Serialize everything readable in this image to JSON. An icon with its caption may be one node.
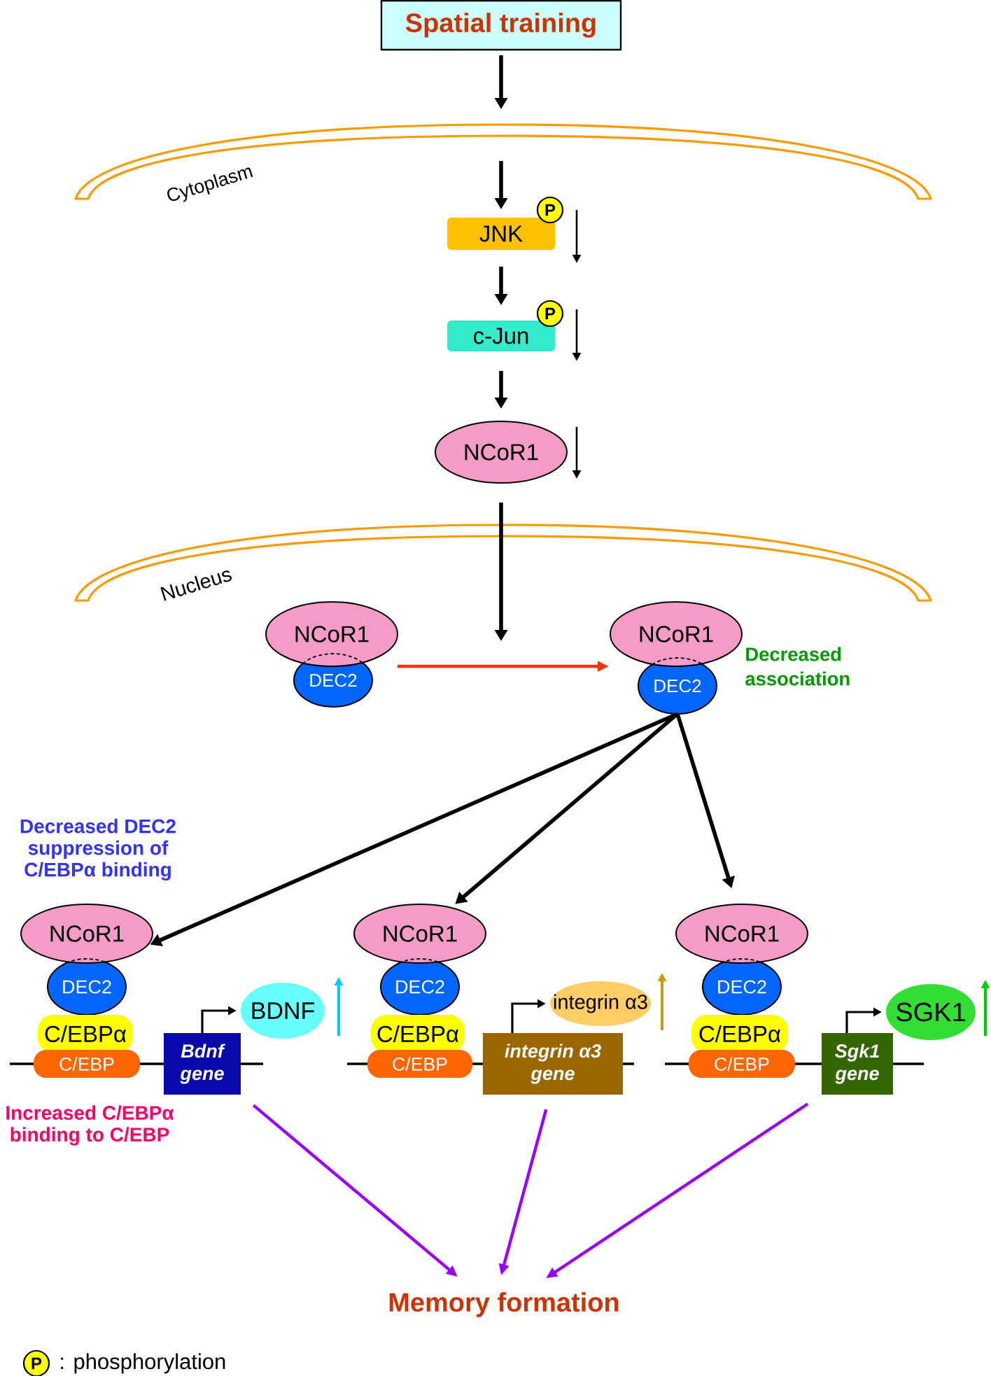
{
  "diagram": {
    "nodes": [
      {
        "text": [
          "Spatial training"
        ]
      },
      {
        "text": [],
        "shape": "arc",
        "beside": [
          "Cytoplasm"
        ]
      },
      {
        "text": [
          "JNK"
        ]
      },
      {
        "text": [
          "P"
        ]
      },
      {
        "text": [
          "c-Jun"
        ]
      },
      {
        "text": [
          "P"
        ]
      },
      {
        "text": [
          "NCoR1"
        ]
      },
      {
        "text": [],
        "shape": "arc",
        "beside": [
          "Nucleus"
        ]
      },
      {
        "text": [
          "NCoR1"
        ]
      },
      {
        "text": [
          "DEC2"
        ]
      },
      {
        "text": [
          "NCoR1"
        ]
      },
      {
        "text": [
          "DEC2"
        ]
      },
      {
        "text": [
          "NCoR1"
        ]
      },
      {
        "text": [
          "DEC2"
        ]
      },
      {
        "text": [
          "C/EBPα"
        ]
      },
      {
        "text": [
          "C/EBP"
        ]
      },
      {
        "text": [
          "Bdnf gene"
        ]
      },
      {
        "text": [
          "BDNF"
        ]
      },
      {
        "text": [
          "NCoR1"
        ]
      },
      {
        "text": [
          "DEC2"
        ]
      },
      {
        "text": [
          "C/EBPα"
        ]
      },
      {
        "text": [
          "C/EBP"
        ]
      },
      {
        "text": [
          "integrin α3 gene"
        ]
      },
      {
        "text": [
          "integrin α3"
        ]
      },
      {
        "text": [
          "NCoR1"
        ]
      },
      {
        "text": [
          "DEC2"
        ]
      },
      {
        "text": [
          "C/EBPα"
        ]
      },
      {
        "text": [
          "C/EBP"
        ]
      },
      {
        "text": [
          "Sgk1 gene"
        ]
      },
      {
        "text": [
          "SGK1"
        ]
      },
      {
        "text": [
          "Memory formation"
        ]
      },
      {
        "text": [
          "P"
        ],
        "beside": [
          ": phosphorylation"
        ]
      }
    ],
    "edges": [
      {
        "from": 0,
        "to": 1,
        "arrow": "to"
      },
      {
        "from": 1,
        "to": 2,
        "arrow": "to"
      },
      {
        "from": 2,
        "to": 4,
        "arrow": "to"
      },
      {
        "from": 4,
        "to": 6,
        "arrow": "to"
      },
      {
        "from": 6,
        "to": null,
        "arrow": "to"
      },
      {
        "from": 8,
        "to": 10,
        "arrow": "to",
        "color": "#ff3300"
      },
      {
        "from": 11,
        "to": 12,
        "arrow": "to"
      },
      {
        "from": 11,
        "to": 18,
        "arrow": "to"
      },
      {
        "from": 11,
        "to": 24,
        "arrow": "to"
      },
      {
        "from": 16,
        "to": 17,
        "arrow": "to"
      },
      {
        "from": 22,
        "to": 23,
        "arrow": "to"
      },
      {
        "from": 28,
        "to": 29,
        "arrow": "to"
      },
      {
        "from": 16,
        "to": 30,
        "arrow": "to",
        "color": "#9900ff"
      },
      {
        "from": 22,
        "to": 30,
        "arrow": "to",
        "color": "#9900ff"
      },
      {
        "from": 28,
        "to": 30,
        "arrow": "to",
        "color": "#9900ff"
      }
    ],
    "labels": [
      "Decreased association",
      "Decreased DEC2 suppression of C/EBPα binding",
      "Increased C/EBPα binding to C/EBP"
    ]
  }
}
